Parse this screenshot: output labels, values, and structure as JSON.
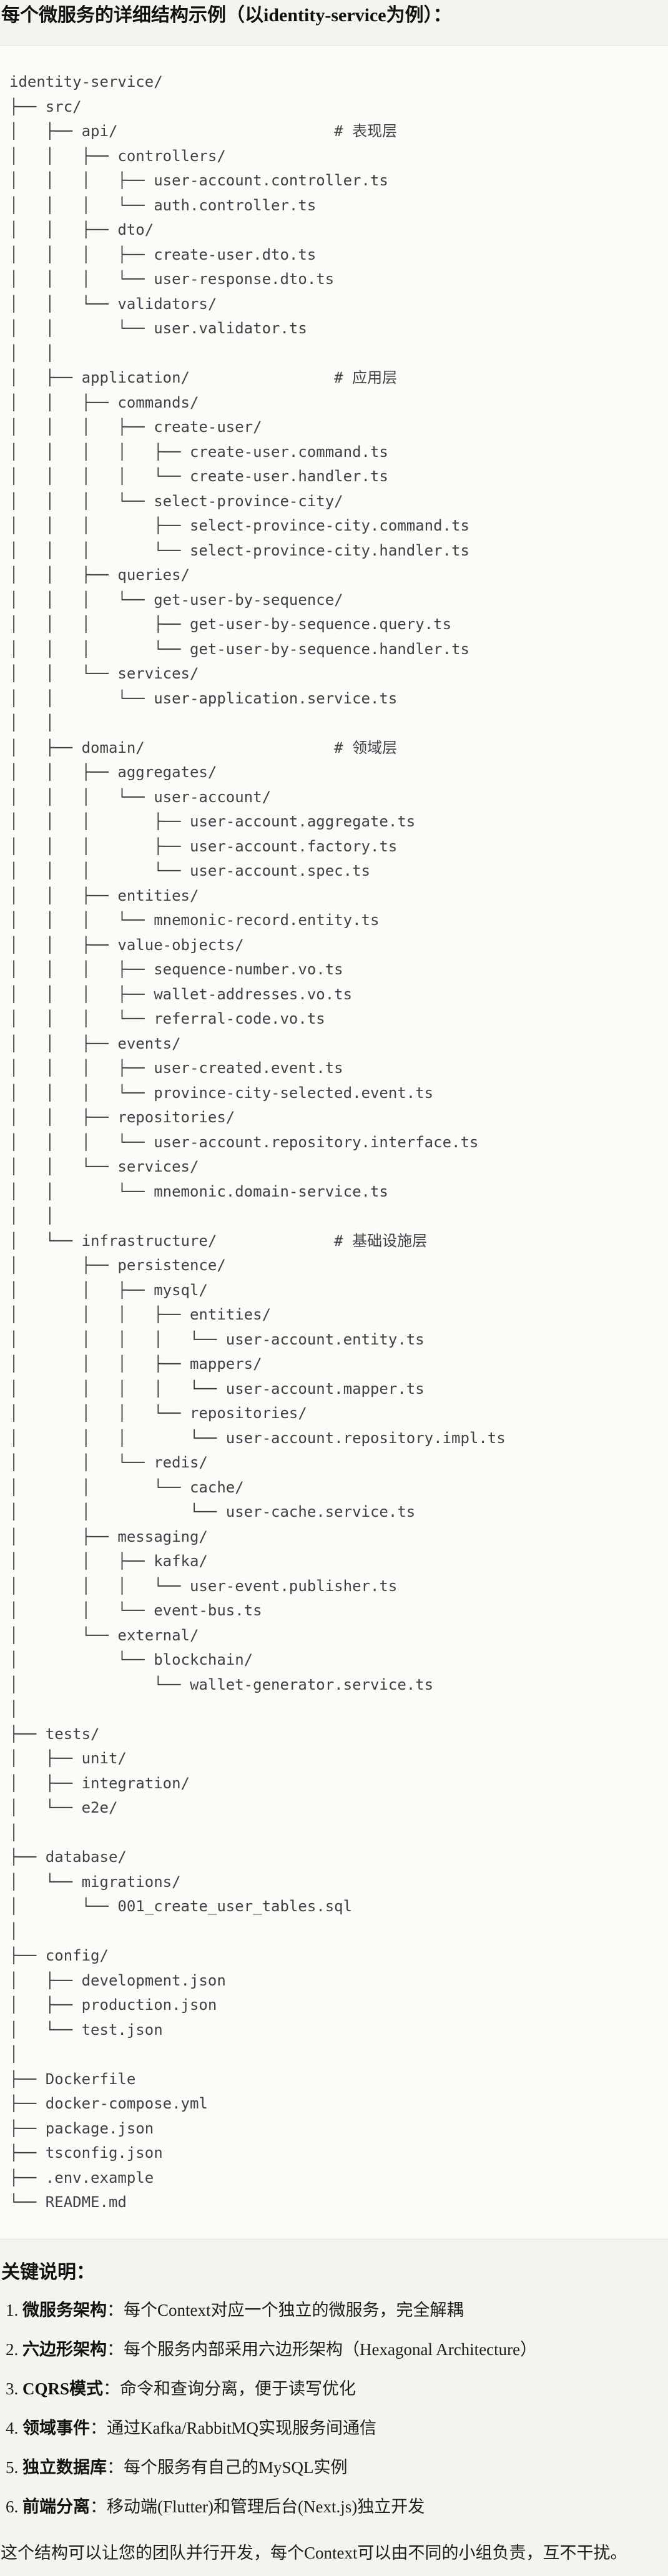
{
  "title": "每个微服务的详细结构示例（以identity-service为例）：",
  "colors": {
    "page_background": "#f5f3ed",
    "code_background": "#fcfbf8",
    "code_border": "#e4e1d8",
    "code_text": "#3d4248",
    "body_text": "#1a1a1a"
  },
  "code": {
    "lines": [
      "identity-service/",
      "├── src/",
      "│   ├── api/                        # 表现层",
      "│   │   ├── controllers/",
      "│   │   │   ├── user-account.controller.ts",
      "│   │   │   └── auth.controller.ts",
      "│   │   ├── dto/",
      "│   │   │   ├── create-user.dto.ts",
      "│   │   │   └── user-response.dto.ts",
      "│   │   └── validators/",
      "│   │       └── user.validator.ts",
      "│   │",
      "│   ├── application/                # 应用层",
      "│   │   ├── commands/",
      "│   │   │   ├── create-user/",
      "│   │   │   │   ├── create-user.command.ts",
      "│   │   │   │   └── create-user.handler.ts",
      "│   │   │   └── select-province-city/",
      "│   │   │       ├── select-province-city.command.ts",
      "│   │   │       └── select-province-city.handler.ts",
      "│   │   ├── queries/",
      "│   │   │   └── get-user-by-sequence/",
      "│   │   │       ├── get-user-by-sequence.query.ts",
      "│   │   │       └── get-user-by-sequence.handler.ts",
      "│   │   └── services/",
      "│   │       └── user-application.service.ts",
      "│   │",
      "│   ├── domain/                     # 领域层",
      "│   │   ├── aggregates/",
      "│   │   │   └── user-account/",
      "│   │   │       ├── user-account.aggregate.ts",
      "│   │   │       ├── user-account.factory.ts",
      "│   │   │       └── user-account.spec.ts",
      "│   │   ├── entities/",
      "│   │   │   └── mnemonic-record.entity.ts",
      "│   │   ├── value-objects/",
      "│   │   │   ├── sequence-number.vo.ts",
      "│   │   │   ├── wallet-addresses.vo.ts",
      "│   │   │   └── referral-code.vo.ts",
      "│   │   ├── events/",
      "│   │   │   ├── user-created.event.ts",
      "│   │   │   └── province-city-selected.event.ts",
      "│   │   ├── repositories/",
      "│   │   │   └── user-account.repository.interface.ts",
      "│   │   └── services/",
      "│   │       └── mnemonic.domain-service.ts",
      "│   │",
      "│   └── infrastructure/             # 基础设施层",
      "│       ├── persistence/",
      "│       │   ├── mysql/",
      "│       │   │   ├── entities/",
      "│       │   │   │   └── user-account.entity.ts",
      "│       │   │   ├── mappers/",
      "│       │   │   │   └── user-account.mapper.ts",
      "│       │   │   └── repositories/",
      "│       │   │       └── user-account.repository.impl.ts",
      "│       │   └── redis/",
      "│       │       └── cache/",
      "│       │           └── user-cache.service.ts",
      "│       ├── messaging/",
      "│       │   ├── kafka/",
      "│       │   │   └── user-event.publisher.ts",
      "│       │   └── event-bus.ts",
      "│       └── external/",
      "│           └── blockchain/",
      "│               └── wallet-generator.service.ts",
      "│",
      "├── tests/",
      "│   ├── unit/",
      "│   ├── integration/",
      "│   └── e2e/",
      "│",
      "├── database/",
      "│   └── migrations/",
      "│       └── 001_create_user_tables.sql",
      "│",
      "├── config/",
      "│   ├── development.json",
      "│   ├── production.json",
      "│   └── test.json",
      "│",
      "├── Dockerfile",
      "├── docker-compose.yml",
      "├── package.json",
      "├── tsconfig.json",
      "├── .env.example",
      "└── README.md"
    ]
  },
  "notes": {
    "heading": "关键说明：",
    "items": [
      {
        "label": "微服务架构",
        "text": "：每个Context对应一个独立的微服务，完全解耦"
      },
      {
        "label": "六边形架构",
        "text": "：每个服务内部采用六边形架构（Hexagonal Architecture）"
      },
      {
        "label": "CQRS模式",
        "text": "：命令和查询分离，便于读写优化"
      },
      {
        "label": "领域事件",
        "text": "：通过Kafka/RabbitMQ实现服务间通信"
      },
      {
        "label": "独立数据库",
        "text": "：每个服务有自己的MySQL实例"
      },
      {
        "label": "前端分离",
        "text": "：移动端(Flutter)和管理后台(Next.js)独立开发"
      }
    ]
  },
  "closing": "这个结构可以让您的团队并行开发，每个Context可以由不同的小组负责，互不干扰。"
}
